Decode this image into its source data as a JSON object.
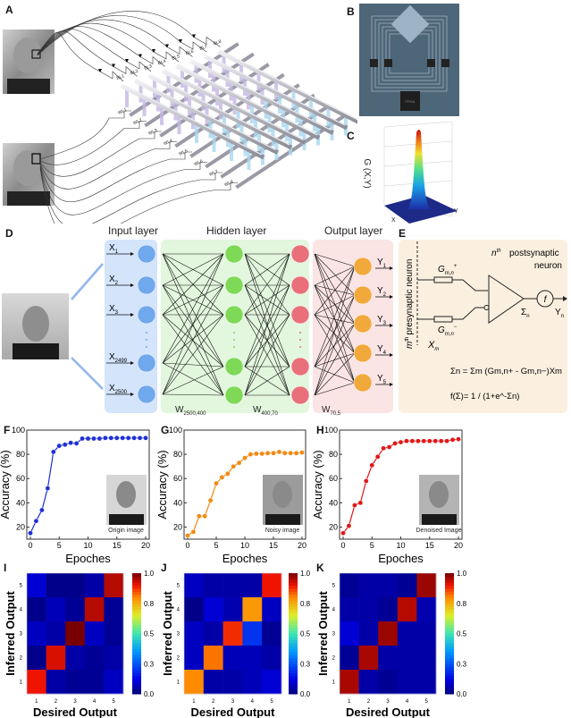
{
  "panels": {
    "A": "A",
    "B": "B",
    "C": "C",
    "D": "D",
    "E": "E",
    "F": "F",
    "G": "G",
    "H": "H",
    "I": "I",
    "J": "J",
    "K": "K"
  },
  "crossbar": {
    "bit_lines": [
      "BL1",
      "BL2",
      "BL3",
      "BL4",
      "BL5",
      "BL6",
      "BL7",
      "BL8"
    ],
    "word_lines": [
      "WL1",
      "WL2",
      "WL3",
      "WL4",
      "WL5",
      "WL6",
      "WL7",
      "WL8"
    ]
  },
  "board": {
    "chip_label": "FPGA"
  },
  "surface": {
    "zlabel": "G (X,Y)",
    "xlabel": "X",
    "ylabel": "Y"
  },
  "network": {
    "input_layer": "Input layer",
    "hidden_layer": "Hidden layer",
    "output_layer": "Output layer",
    "inputs": [
      {
        "t": "X",
        "s": "1"
      },
      {
        "t": "X",
        "s": "2"
      },
      {
        "t": "X",
        "s": "3"
      },
      {
        "t": "X",
        "s": "2499"
      },
      {
        "t": "X",
        "s": "2500"
      }
    ],
    "outputs": [
      {
        "t": "Y",
        "s": "1"
      },
      {
        "t": "Y",
        "s": "2"
      },
      {
        "t": "Y",
        "s": "3"
      },
      {
        "t": "Y",
        "s": "4"
      },
      {
        "t": "Y",
        "s": "5"
      }
    ],
    "weights": [
      {
        "t": "W",
        "s": "2500,400"
      },
      {
        "t": "W",
        "s": "400,70"
      },
      {
        "t": "W",
        "s": "70,5"
      }
    ],
    "colors": {
      "input": "#6fa8ec",
      "hidden1": "#7ed957",
      "hidden2": "#e9707a",
      "output": "#f2a93b"
    }
  },
  "circuit": {
    "postsyn": "n",
    "postsyn_sup": "th",
    "postsyn_text": "postsynaptic",
    "postsyn_text2": "neuron",
    "presyn": "m",
    "presyn_sup": "th",
    "presyn_text": "presynaptic neuron",
    "g_plus": "G",
    "g_plus_sub": "m,n",
    "g_plus_sup": "+",
    "g_minus": "G",
    "g_minus_sub": "m,n",
    "g_minus_sup": "−",
    "xm": "X",
    "xm_sub": "m",
    "sigma": "Σ",
    "sigma_sub": "n",
    "yn": "Y",
    "yn_sub": "n",
    "f": "f",
    "eq1": "Σn = Σm (Gm,n+ - Gm,n−)Xm",
    "eq2": "f(Σ)= 1 / (1+e^-Σn)"
  },
  "chart_data": [
    {
      "type": "line",
      "panel": "F",
      "xlabel": "Epoches",
      "ylabel": "Accuracy (%)",
      "xlim": [
        0,
        20
      ],
      "ylim": [
        10,
        100
      ],
      "xticks": [
        0,
        5,
        10,
        15,
        20
      ],
      "yticks": [
        20,
        40,
        60,
        80,
        100
      ],
      "color": "#1f2fd6",
      "inset": "Origin image",
      "x": [
        0,
        1,
        2,
        3,
        4,
        5,
        6,
        7,
        8,
        9,
        10,
        11,
        12,
        13,
        14,
        15,
        16,
        17,
        18,
        19,
        20
      ],
      "values": [
        15,
        25,
        34,
        52,
        82,
        87,
        88,
        89.5,
        89,
        93,
        93,
        93,
        93,
        93.5,
        93.5,
        93.5,
        93.5,
        93.5,
        93.5,
        93.5,
        93.5
      ]
    },
    {
      "type": "line",
      "panel": "G",
      "xlabel": "Epoches",
      "ylabel": "Accuracy (%)",
      "xlim": [
        0,
        20
      ],
      "ylim": [
        10,
        100
      ],
      "xticks": [
        0,
        5,
        10,
        15,
        20
      ],
      "yticks": [
        20,
        40,
        60,
        80,
        100
      ],
      "color": "#f08a12",
      "inset": "Noisy image",
      "x": [
        0,
        1,
        2,
        3,
        4,
        5,
        6,
        7,
        8,
        9,
        10,
        11,
        12,
        13,
        14,
        15,
        16,
        17,
        18,
        19,
        20
      ],
      "values": [
        13,
        16,
        29,
        29,
        42,
        56,
        61,
        64,
        70,
        73,
        77,
        80,
        80.5,
        80.5,
        81,
        81,
        82,
        81,
        81,
        81,
        81.5
      ]
    },
    {
      "type": "line",
      "panel": "H",
      "xlabel": "Epoches",
      "ylabel": "Accuracy (%)",
      "xlim": [
        0,
        20
      ],
      "ylim": [
        10,
        100
      ],
      "xticks": [
        0,
        5,
        10,
        15,
        20
      ],
      "yticks": [
        20,
        40,
        60,
        80,
        100
      ],
      "color": "#e01818",
      "inset": "Denoised Image",
      "x": [
        0,
        1,
        2,
        3,
        4,
        5,
        6,
        7,
        8,
        9,
        10,
        11,
        12,
        13,
        14,
        15,
        16,
        17,
        18,
        19,
        20
      ],
      "values": [
        15,
        21,
        38,
        40,
        58,
        71,
        78,
        85,
        86,
        89,
        90,
        91,
        91,
        91,
        91,
        91,
        91,
        91,
        91,
        92,
        92.5
      ]
    },
    {
      "type": "heatmap",
      "panel": "I",
      "xlabel": "Desired Output",
      "ylabel": "Inferred Output",
      "categories": [
        "1",
        "2",
        "3",
        "4",
        "5"
      ],
      "colorbar_ticks": [
        "0.0",
        "0.3",
        "0.5",
        "0.8",
        "1.0"
      ],
      "range": [
        0,
        1
      ],
      "rows_top_to_bottom": [
        [
          0.1,
          0.02,
          0.02,
          0.05,
          0.95
        ],
        [
          0.02,
          0.07,
          0.03,
          0.95,
          0.03
        ],
        [
          0.08,
          0.05,
          1.0,
          0.08,
          0.03
        ],
        [
          0.02,
          0.92,
          0.05,
          0.03,
          0.05
        ],
        [
          0.9,
          0.05,
          0.03,
          0.03,
          0.08
        ]
      ]
    },
    {
      "type": "heatmap",
      "panel": "J",
      "xlabel": "Desired Output",
      "ylabel": "Inferred Output",
      "categories": [
        "1",
        "2",
        "3",
        "4",
        "5"
      ],
      "colorbar_ticks": [
        "0.0",
        "0.3",
        "0.5",
        "0.8",
        "1.0"
      ],
      "range": [
        0,
        1
      ],
      "rows_top_to_bottom": [
        [
          0.08,
          0.05,
          0.05,
          0.05,
          0.9
        ],
        [
          0.02,
          0.1,
          0.06,
          0.78,
          0.08
        ],
        [
          0.08,
          0.05,
          0.88,
          0.2,
          0.03
        ],
        [
          0.08,
          0.82,
          0.07,
          0.07,
          0.05
        ],
        [
          0.8,
          0.05,
          0.05,
          0.07,
          0.1
        ]
      ]
    },
    {
      "type": "heatmap",
      "panel": "K",
      "xlabel": "Desired Output",
      "ylabel": "Inferred Output",
      "categories": [
        "1",
        "2",
        "3",
        "4",
        "5"
      ],
      "colorbar_ticks": [
        "0.0",
        "0.3",
        "0.5",
        "0.8",
        "1.0"
      ],
      "range": [
        0,
        1
      ],
      "rows_top_to_bottom": [
        [
          0.03,
          0.05,
          0.05,
          0.03,
          0.97
        ],
        [
          0.05,
          0.05,
          0.03,
          0.95,
          0.06
        ],
        [
          0.1,
          0.05,
          0.97,
          0.05,
          0.05
        ],
        [
          0.03,
          0.96,
          0.05,
          0.05,
          0.05
        ],
        [
          0.96,
          0.05,
          0.03,
          0.05,
          0.05
        ]
      ]
    }
  ]
}
